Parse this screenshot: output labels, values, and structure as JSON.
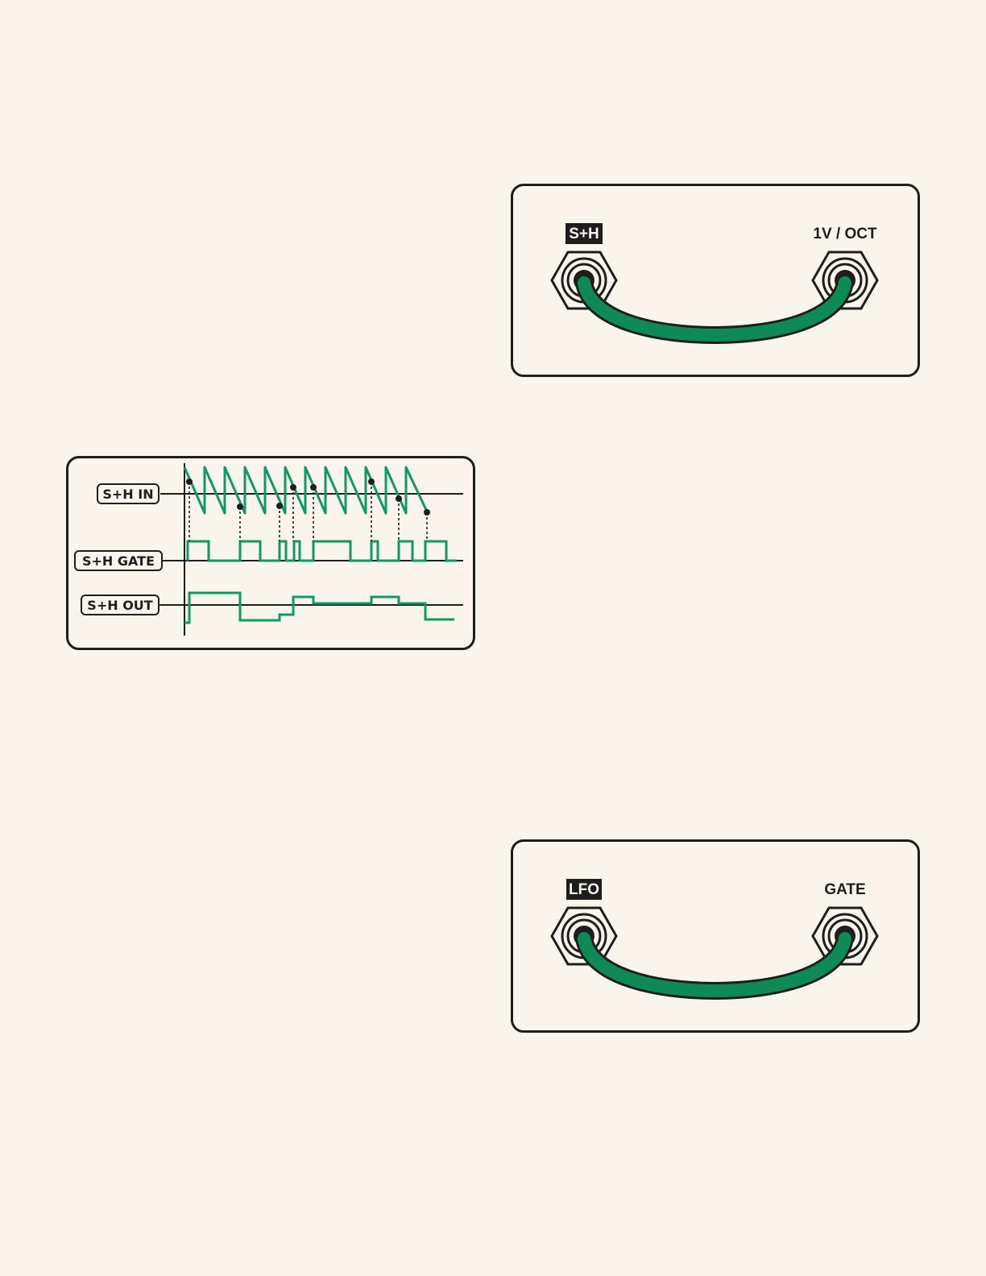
{
  "patches": [
    {
      "source_label": "S+H",
      "dest_label": "1V / OCT",
      "source_icon": "jack-icon",
      "dest_icon": "jack-icon",
      "cable_color": "#0d8a55"
    },
    {
      "source_label": "LFO",
      "dest_label": "GATE",
      "source_icon": "jack-icon",
      "dest_icon": "jack-icon",
      "cable_color": "#0d8a55"
    }
  ],
  "waveforms": {
    "labels": {
      "in": "S+H IN",
      "gate": "S+H GATE",
      "out": "S+H OUT"
    },
    "colors": {
      "signal": "#0d9a66",
      "ink": "#1e1e1e"
    }
  }
}
